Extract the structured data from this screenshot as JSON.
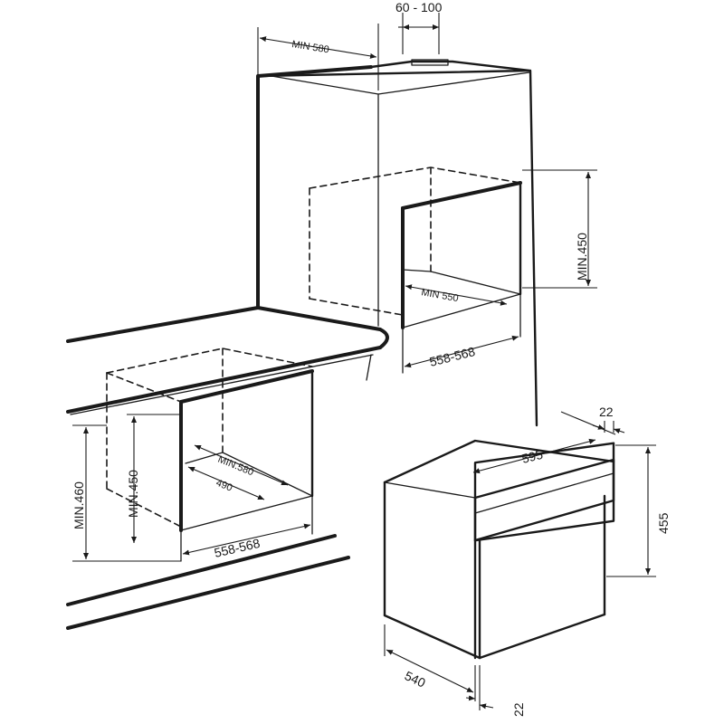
{
  "dimensions": {
    "vent_gap": "60 - 100",
    "column_min_depth": "MIN 580",
    "column_niche_height": "MIN.450",
    "column_niche_depth": "MIN 550",
    "column_niche_width": "558-568",
    "under_counter_height": "MIN.460",
    "under_niche_height": "MIN.450",
    "under_niche_depth": "MIN.580",
    "under_niche_inner_depth": "490",
    "under_niche_width": "558-568",
    "oven_width": "595",
    "oven_front_top": "22",
    "oven_height": "455",
    "oven_depth": "540",
    "oven_front_bottom": "22"
  },
  "colors": {
    "line": "#1a1a1a",
    "background": "#ffffff"
  }
}
